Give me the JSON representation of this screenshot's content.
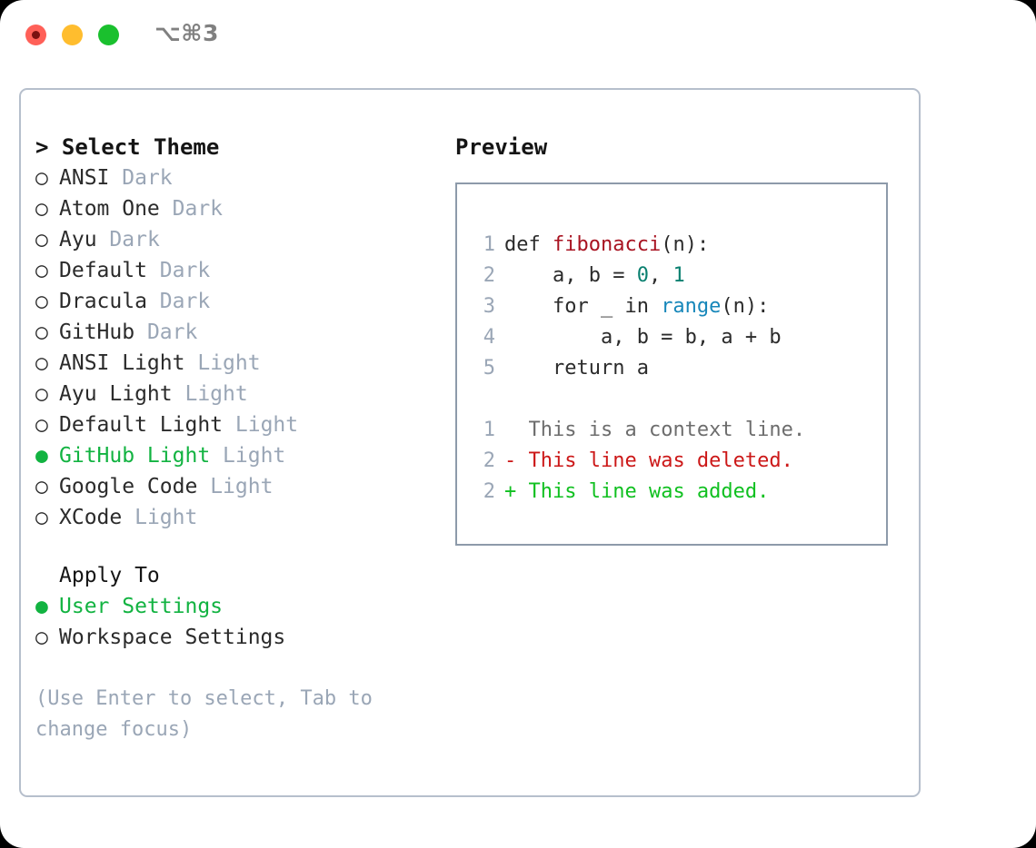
{
  "titlebar": {
    "shortcut": "⌥⌘3",
    "dots": [
      {
        "name": "close",
        "color": "#ff6058"
      },
      {
        "name": "minimize",
        "color": "#ffbd2e"
      },
      {
        "name": "maximize",
        "color": "#1ac02e"
      }
    ]
  },
  "theme_picker": {
    "title": "> Select Theme",
    "selected_bullet": "●",
    "unselected_bullet": "○",
    "items": [
      {
        "bullet": "○",
        "name": "ANSI",
        "mode": "Dark",
        "selected": false
      },
      {
        "bullet": "○",
        "name": "Atom One",
        "mode": "Dark",
        "selected": false
      },
      {
        "bullet": "○",
        "name": "Ayu",
        "mode": "Dark",
        "selected": false
      },
      {
        "bullet": "○",
        "name": "Default",
        "mode": "Dark",
        "selected": false
      },
      {
        "bullet": "○",
        "name": "Dracula",
        "mode": "Dark",
        "selected": false
      },
      {
        "bullet": "○",
        "name": "GitHub",
        "mode": "Dark",
        "selected": false
      },
      {
        "bullet": "○",
        "name": "ANSI Light",
        "mode": "Light",
        "selected": false
      },
      {
        "bullet": "○",
        "name": "Ayu Light",
        "mode": "Light",
        "selected": false
      },
      {
        "bullet": "○",
        "name": "Default Light",
        "mode": "Light",
        "selected": false
      },
      {
        "bullet": "●",
        "name": "GitHub Light",
        "mode": "Light",
        "selected": true
      },
      {
        "bullet": "○",
        "name": "Google Code",
        "mode": "Light",
        "selected": false
      },
      {
        "bullet": "○",
        "name": "XCode",
        "mode": "Light",
        "selected": false
      }
    ]
  },
  "apply_to": {
    "title": "Apply To",
    "options": [
      {
        "bullet": "●",
        "label": "User Settings",
        "selected": true
      },
      {
        "bullet": "○",
        "label": "Workspace Settings",
        "selected": false
      }
    ]
  },
  "hint": "(Use Enter to select, Tab to change focus)",
  "preview": {
    "title": "Preview",
    "code_lines": [
      {
        "num": "1",
        "tokens": [
          {
            "t": "def ",
            "c": "plain"
          },
          {
            "t": "fibonacci",
            "c": "fn"
          },
          {
            "t": "(n):",
            "c": "plain"
          }
        ]
      },
      {
        "num": "2",
        "tokens": [
          {
            "t": "    a, b = ",
            "c": "plain"
          },
          {
            "t": "0",
            "c": "num"
          },
          {
            "t": ", ",
            "c": "plain"
          },
          {
            "t": "1",
            "c": "num"
          }
        ]
      },
      {
        "num": "3",
        "tokens": [
          {
            "t": "    for _ in ",
            "c": "plain"
          },
          {
            "t": "range",
            "c": "call"
          },
          {
            "t": "(n):",
            "c": "plain"
          }
        ]
      },
      {
        "num": "4",
        "tokens": [
          {
            "t": "        a, b = b, a + b",
            "c": "plain"
          }
        ]
      },
      {
        "num": "5",
        "tokens": [
          {
            "t": "    return a",
            "c": "plain"
          }
        ]
      }
    ],
    "diff_lines": [
      {
        "num": "1",
        "marker": "  ",
        "text": "This is a context line.",
        "kind": "context"
      },
      {
        "num": "2",
        "marker": "- ",
        "text": "This line was deleted.",
        "kind": "deleted"
      },
      {
        "num": "2",
        "marker": "+ ",
        "text": "This line was added.",
        "kind": "added"
      }
    ]
  },
  "colors": {
    "accent_green": "#12b341",
    "muted": "#9aa6b6",
    "border": "#b6bfcc",
    "preview_border": "#8d9aaa",
    "fn": "#a81321",
    "num": "#0a8070",
    "call": "#1787ba",
    "diff_add": "#10c020",
    "diff_del": "#cc1818",
    "diff_ctx": "#6d6d6d"
  }
}
